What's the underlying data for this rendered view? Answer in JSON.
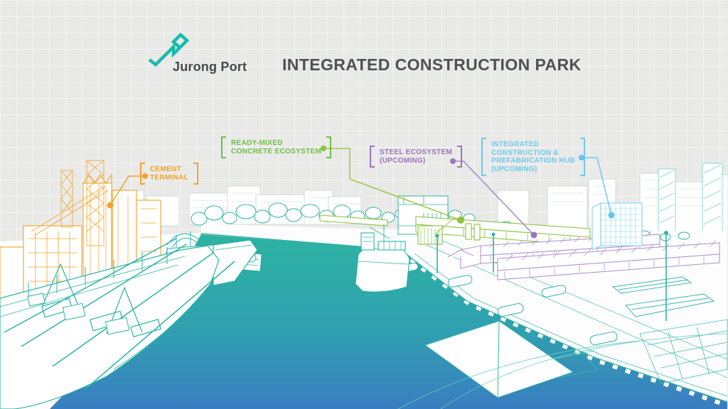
{
  "header": {
    "brand": "Jurong Port",
    "title": "INTEGRATED CONSTRUCTION PARK"
  },
  "labels": {
    "cement": {
      "lines": [
        "CEMENT",
        "TERMINAL"
      ],
      "color": "#F5A228"
    },
    "ready_mixed": {
      "lines": [
        "READY-MIXED",
        "CONCRETE ECOSYSTEM"
      ],
      "color": "#6FBF45"
    },
    "steel": {
      "lines": [
        "STEEL ECOSYSTEM",
        "(UPCOMING)"
      ],
      "color": "#9B74BC"
    },
    "hub": {
      "lines": [
        "INTEGRATED",
        "CONSTRUCTION &",
        "PREFABRICATION HUB",
        "(UPCOMING)"
      ],
      "color": "#6FC9EF"
    }
  },
  "colors": {
    "background": "#E9E9E8",
    "logo_teal": "#17BCAB",
    "illustration_teal": "#2BB3A6",
    "water_top": "#2DB3A3",
    "water_bottom": "#3A7DC1",
    "cement_orange": "#F5A228",
    "concrete_green": "#8BC43F",
    "steel_purple": "#B495CD",
    "hub_blue": "#7FD0F2",
    "title_text": "#4F5254"
  }
}
